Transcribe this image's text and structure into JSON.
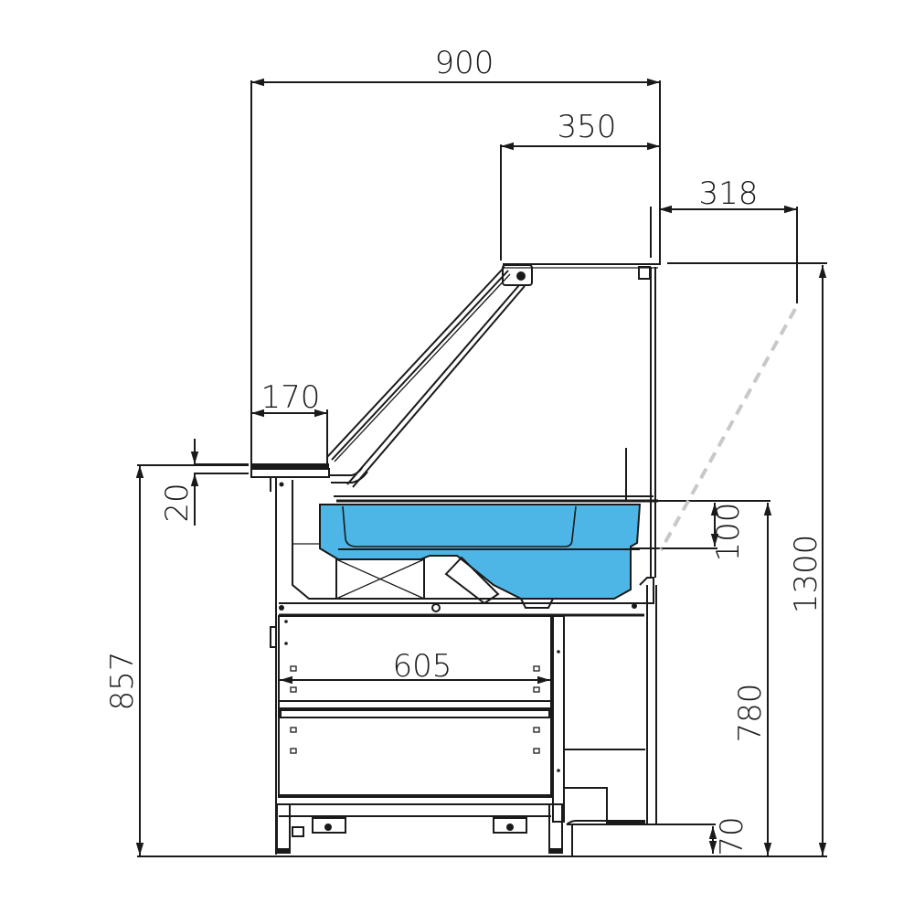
{
  "drawing": {
    "title": "Display counter side elevation",
    "colors": {
      "line": "#1a1a1a",
      "tank_fill": "#4db6e6",
      "dashed_glass": "#c8c8c8",
      "background": "#ffffff"
    },
    "units": "mm"
  },
  "dimensions": {
    "overall_depth": "900",
    "top_glass_depth": "350",
    "open_glass_depth": "318",
    "tray_depth": "170",
    "tray_thickness": "20",
    "tank_depth": "100",
    "total_height": "1300",
    "counter_height": "857",
    "work_height": "780",
    "plinth_height": "70",
    "base_cabinet_width": "605"
  }
}
